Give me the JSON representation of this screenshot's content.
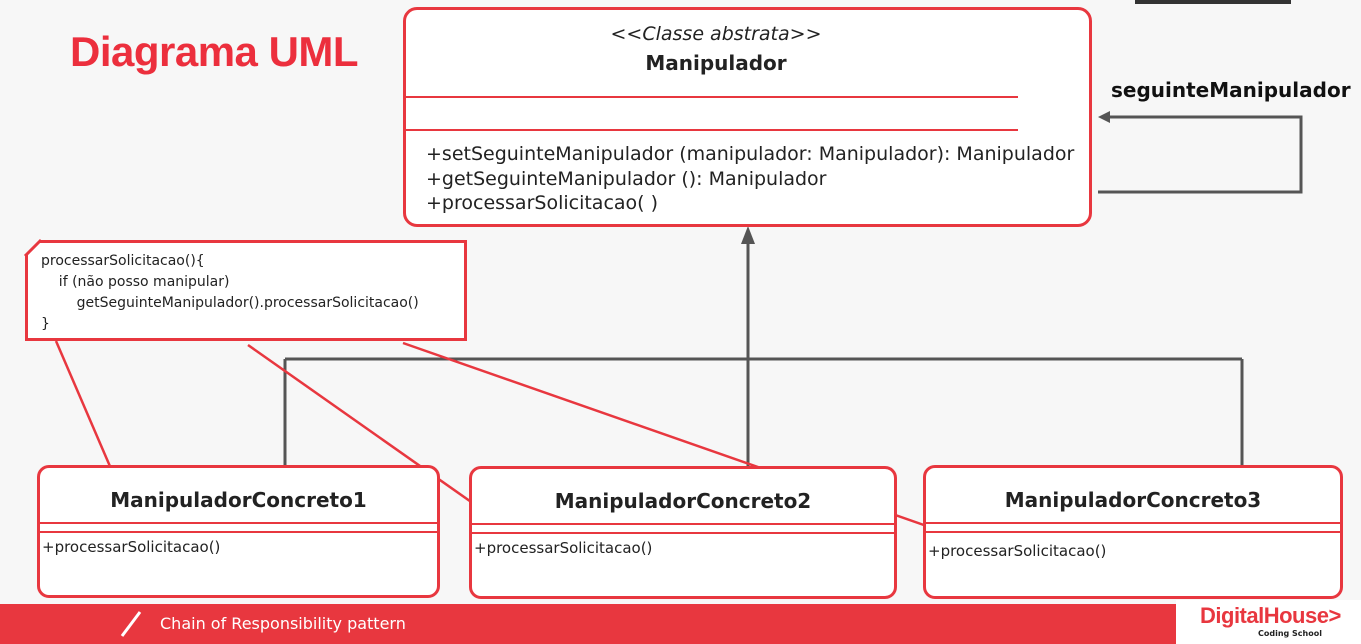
{
  "title": "Diagrama UML",
  "abstract_class": {
    "stereotype": "<<Classe abstrata>>",
    "name": "Manipulador",
    "methods": [
      "+setSeguinteManipulador (manipulador: Manipulador): Manipulador",
      "+getSeguinteManipulador (): Manipulador",
      "+processarSolicitacao( )"
    ]
  },
  "self_association_label": "seguinteManipulador",
  "note": {
    "code": "processarSolicitacao(){\n    if (não posso manipular)\n        getSeguinteManipulador().processarSolicitacao()\n}"
  },
  "concrete_classes": [
    {
      "name": "ManipuladorConcreto1",
      "method": "+processarSolicitacao()"
    },
    {
      "name": "ManipuladorConcreto2",
      "method": "+processarSolicitacao()"
    },
    {
      "name": "ManipuladorConcreto3",
      "method": "+processarSolicitacao()"
    }
  ],
  "footer": {
    "caption": "Chain of Responsibility pattern",
    "logo_main": "DigitalHouse>",
    "logo_sub": "Coding School"
  },
  "colors": {
    "accent": "#e8373f",
    "line": "#555555"
  }
}
